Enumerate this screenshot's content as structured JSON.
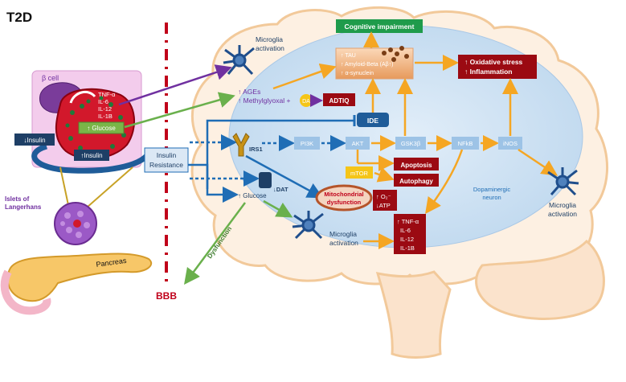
{
  "title": "T2D",
  "bbb_label": "BBB",
  "left": {
    "beta_cell": "β cell",
    "cytokines": [
      "TNF-α",
      "IL-6",
      "IL-12",
      "IL-1B"
    ],
    "glucose": "↑ Glucose",
    "insulin_down": "↓Insulin",
    "insulin_up": "↑Insulin",
    "islets": [
      "Islets of",
      "Langerhans"
    ],
    "pancreas": "Pancreas",
    "insulin_resistance": [
      "Insulin",
      "Resistance"
    ],
    "dysfunction": "Dysfunction"
  },
  "brain": {
    "cognitive": "Cognitive impairment",
    "microglia_top": [
      "Microglia",
      "activation"
    ],
    "tau_box": [
      "↑ TAU",
      "↑ Amyloid-Beta (Aβ↑)",
      "↑ α-synuclein"
    ],
    "ages": "↑ AGEs",
    "methylglyoxal": "↑ Methylglyoxal +",
    "da": "DA",
    "adtiq": "ADTIQ",
    "ide": "IDE",
    "oxidative": [
      "↑ Oxidative stress",
      "↑ Inflammation"
    ],
    "irs1": "IRS1",
    "pi3k": "PI3K",
    "akt": "AKT",
    "gsk3b": "GSK3β",
    "nfkb": "NFkB",
    "inos": "iNOS",
    "mtor": "mTOR",
    "apoptosis": "Apoptosis",
    "autophagy": "Autophagy",
    "dat": "↓DAT",
    "mito": [
      "Mitochondrial",
      "dysfunction"
    ],
    "o2atp": [
      "↑ O₂⁻",
      "↓ATP"
    ],
    "glucose": "↑ Glucose",
    "dopaminergic": [
      "Dopaminergic",
      "neuron"
    ],
    "microglia_bottom": [
      "Microglia",
      "activation"
    ],
    "microglia_right": [
      "Microglia",
      "activation"
    ],
    "cytokines": [
      "↑ TNF-α",
      "IL-6",
      "IL-12",
      "IL-1B"
    ]
  },
  "colors": {
    "dark_red": "#9b0a12",
    "red": "#c0001a",
    "green": "#3aa65a",
    "orange": "#f5a623",
    "blue": "#1f6db5",
    "navy": "#1e3f66",
    "light_blue_box": "#9dc3e6",
    "purple": "#7030a0"
  }
}
